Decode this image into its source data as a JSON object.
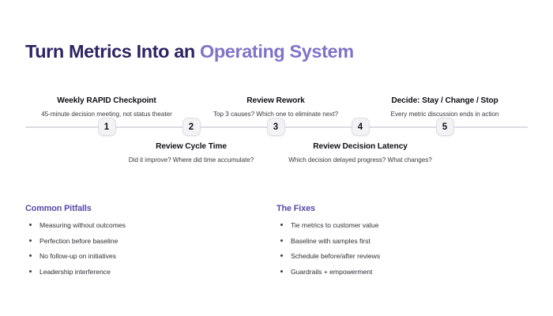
{
  "slide": {
    "background_color": "#ffffff",
    "title": {
      "part1": "Turn Metrics Into an ",
      "part2": "Operating System",
      "part1_color": "#2e2463",
      "part2_color": "#7f74c8"
    }
  },
  "timeline": {
    "line_color": "#dcdce3",
    "node_fill": "#f3f3f6",
    "node_border": "#dddde4",
    "steps": [
      {
        "number": "1",
        "position": "above",
        "title": "Weekly RAPID Checkpoint",
        "desc": "45-minute decision meeting, not status theater"
      },
      {
        "number": "2",
        "position": "below",
        "title": "Review Cycle Time",
        "desc": "Did it improve? Where did time accumulate?"
      },
      {
        "number": "3",
        "position": "above",
        "title": "Review Rework",
        "desc": "Top 3 causes? Which one to eliminate next?"
      },
      {
        "number": "4",
        "position": "below",
        "title": "Review Decision Latency",
        "desc": "Which decision delayed progress? What changes?"
      },
      {
        "number": "5",
        "position": "above",
        "title": "Decide: Stay / Change / Stop",
        "desc": "Every metric discussion ends in action"
      }
    ]
  },
  "columns": {
    "accent_color": "#564aa8",
    "left": {
      "title": "Common Pitfalls",
      "bullets": [
        "Measuring without outcomes",
        "Perfection before baseline",
        "No follow-up on initiatives",
        "Leadership interference"
      ]
    },
    "right": {
      "title": "The Fixes",
      "bullets": [
        "Tie metrics to customer value",
        "Baseline with samples first",
        "Schedule before/after reviews",
        "Guardrails + empowerment"
      ]
    }
  }
}
